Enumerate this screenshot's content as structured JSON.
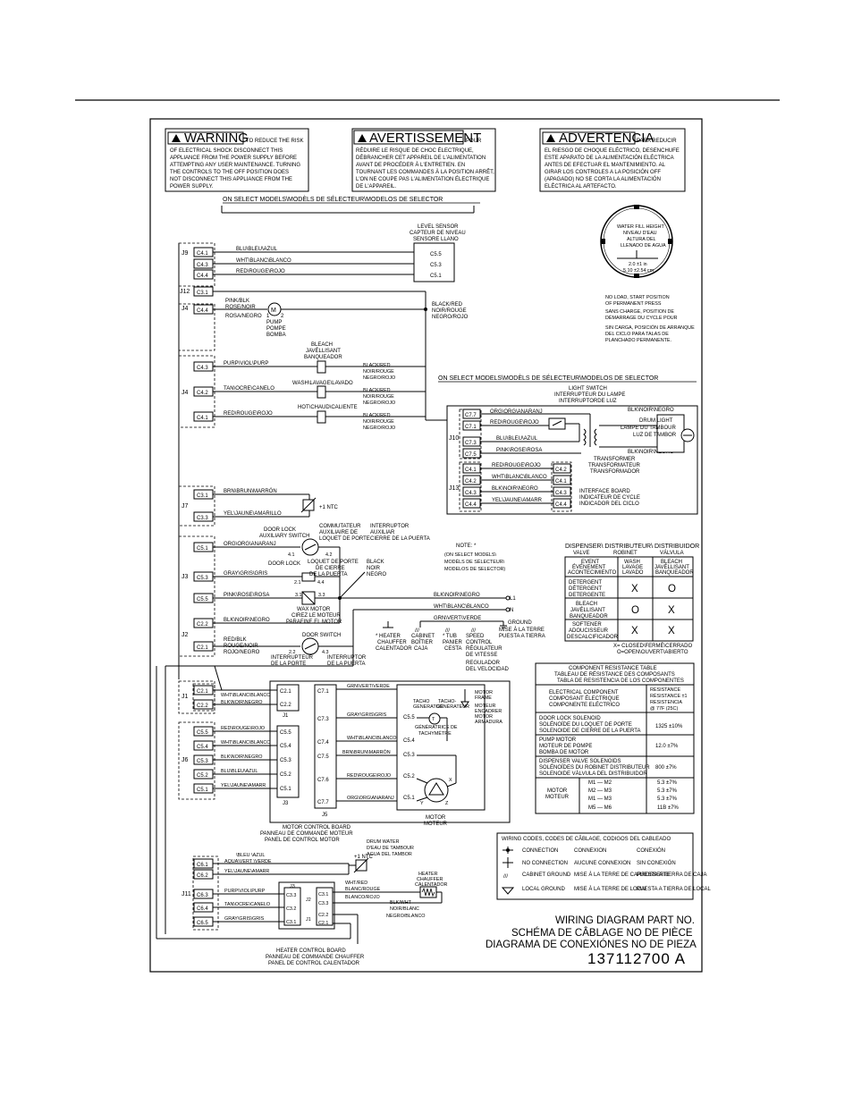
{
  "warnings": {
    "warning": {
      "title": "WARNING",
      "lines": [
        "TO REDUCE THE RISK",
        "OF ELECTRICAL SHOCK DISCONNECT THIS",
        "APPLIANCE FROM THE POWER SUPPLY BEFORE",
        "ATTEMPTING ANY USER MAINTENANCE. TURNING",
        "THE CONTROLS TO THE OFF POSITION DOES",
        "NOT DISCONNECT THIS APPLIANCE FROM THE",
        "POWER SUPPLY."
      ]
    },
    "avertissement": {
      "title": "AVERTISSEMENT",
      "lines": [
        "POUR",
        "RÉDUIRE LE RISQUE DE CHOC ÉLECTRIQUE,",
        "DÉBRANCHER CET APPAREIL DE L'ALIMENTATION",
        "AVANT DE PROCÉDER À L'ENTRETIEN. EN",
        "TOURNANT LES COMMANDES À LA POSITION ARRÊT,",
        "L'ON NE COUPE PAS L'ALIMENTATION ÉLECTRIQUE",
        "DE L'APPAREIL."
      ]
    },
    "advertencia": {
      "title": "ADVERTENCIA",
      "lines": [
        "PARA REDUCIR",
        "EL RIESGO DE CHOQUE ELÉCTRICO, DESENCHUFE",
        "ESTE APARATO DE LA ALIMENTACIÓN ELÉCTRICA",
        "ANTES DE EFECTUAR EL MANTENIMIENTO. AL",
        "GIRAR LOS CONTROLES A LA POSICIÓN OFF",
        "(APAGADO) NO SE CORTA LA ALIMENTACIÓN",
        "ELÉCTRICA AL ARTEFACTO."
      ]
    }
  },
  "select_models_label": "ON SELECT MODELS\\MODÈLS DE SÉLECTEUR\\MODELOS DE SELECTOR",
  "level_sensor": [
    "LEVEL SENSOR",
    "CAPTEUR DE NIVEAU",
    "SENSORE LLANO"
  ],
  "water_fill": {
    "label": [
      "WATER FILL HEIGHT",
      "NIVEAU D'EAU",
      "ALTURA DEL",
      "LLENADO DE AGUA"
    ],
    "dimension": "2.0 ±1 in",
    "dimension_cm": "5.10 ±2.54 cm",
    "notes": [
      "NO LOAD, START POSITION",
      "OF PERMANENT PRESS",
      "SANS CHARGE, POSITION DE",
      "DÉMARRAGE DU CYCLE POUR",
      "SIN CARGA, POSICIÓN DE ARRANQUE",
      "DEL CICLO PARA TALAS DE",
      "PLANCHADO PERMANENTE."
    ]
  },
  "left_wires": {
    "j9": [
      {
        "pin": "C4.1",
        "wire": "BLU\\BLEU\\AZUL",
        "to": "C5.5"
      },
      {
        "pin": "C4.3",
        "wire": "WHT\\BLANC\\BLANCO",
        "to": "C5.3"
      },
      {
        "pin": "C4.4",
        "wire": "RED\\ROUGE\\ROJO",
        "to": "C5.1"
      }
    ],
    "j12": "C3.1",
    "j4_pump": {
      "pin": "C4.4",
      "wire": [
        "PINK/BLK",
        "ROSE/NOIR",
        "ROSA/NEGRO"
      ],
      "label": [
        "PUMP",
        "POMPE",
        "BOMBA"
      ]
    },
    "black_red": [
      "BLACK/RED",
      "NOIR/ROUGE",
      "NEGRO/ROJO"
    ],
    "valves": [
      {
        "pin": "C4.3",
        "wire": "PURP\\VIOL\\PURP",
        "label": [
          "BLEACH",
          "JAVÉLLISANT",
          "BANQUEADOR"
        ]
      },
      {
        "pin": "C4.2",
        "wire": "TAN\\OCRE\\CANELO",
        "label": [
          "WASH\\LAVAGE\\LAVADO"
        ]
      },
      {
        "pin": "C4.1",
        "wire": "RED\\ROUGE\\ROJO",
        "label": [
          "HOT\\CHAUD\\CALIENTE"
        ]
      }
    ],
    "j7": [
      {
        "pin": "C3.1",
        "wire": "BRN\\BRUN\\MARRÓN"
      },
      {
        "pin": "C3.3",
        "wire": "YEL\\JAUNE\\AMARILLO"
      }
    ],
    "ntc": "+1 NTC",
    "j3": [
      {
        "pin": "C5.1",
        "wire": "ORG\\ORG\\ANARANJ"
      },
      {
        "pin": "C5.3",
        "wire": "GRAY\\GRIS\\GRIS"
      },
      {
        "pin": "C5.5",
        "wire": "PINK\\ROSE\\ROSA"
      },
      {
        "pin": "C2.2",
        "wire": "BLK\\NOIR\\NEGRO"
      }
    ],
    "j2": {
      "pin": "C2.1",
      "wire": [
        "RED/BLK",
        "ROUGE/NOIR",
        "ROJO/NEGRO"
      ]
    },
    "door_lock_aux": [
      "DOOR LOCK",
      "AUXILIARY SWITCH"
    ],
    "commutateur": [
      "COMMUTATEUR",
      "AUXILIAIRE DE",
      "LOQUET DE PORTE"
    ],
    "interruptor": [
      "INTERRUPTOR",
      "AUXILIAR",
      "CIERRE DE LA PUERTA"
    ],
    "door_lock": [
      "DOOR LOCK",
      "LOQUET DE PORTE",
      "DE CIERRE",
      "DE LA PUERTA"
    ],
    "wax_motor": [
      "WAX MOTOR",
      "CIREZ LE MOTEUR",
      "PARAFINE EL MOTOR"
    ],
    "door_switch": [
      "DOOR SWITCH",
      "INTERRUPTEUR",
      "DE LA PORTE"
    ],
    "interruptor_puerta": [
      "INTERRUPTOR",
      "DE LA PUERTA"
    ],
    "black_noir": [
      "BLACK",
      "NOIR",
      "NEGRO"
    ]
  },
  "mains": [
    {
      "wire": "BLK\\NOIR\\NEGRO",
      "term": "L1"
    },
    {
      "wire": "WHT\\BLANC\\BLANCO",
      "term": "N"
    },
    {
      "wire": "GRN\\VERT\\VERDE",
      "term": "GROUND"
    }
  ],
  "ground_label": [
    "GROUND",
    "MISE À LA TERRE",
    "PUESTA A TIERRA"
  ],
  "note": [
    "NOTE: *",
    "(ON SELECT MODELS\\",
    "MODÈLS DE SÉLECTEUR\\",
    "MODELOS DE SELECTOR)"
  ],
  "grounds": [
    {
      "label": [
        "* HEATER",
        "CHAUFFER",
        "CALENTADOR"
      ]
    },
    {
      "label": [
        "CABINET",
        "BOÎTIER",
        "CAJA"
      ]
    },
    {
      "label": [
        "* TUB",
        "PANIER",
        "CESTA"
      ]
    },
    {
      "label": [
        "SPEED",
        "CONTROL",
        "RÉGULATEUR",
        "DE VITESSE",
        "REGULADOR",
        "DEL VELOCIDAD"
      ]
    }
  ],
  "light_circuit": {
    "switch": [
      "LIGHT SWITCH",
      "INTERRUPTEUR DU LAMPE",
      "INTERRUPTORDE LUZ"
    ],
    "drum_light": [
      "DRUM LIGHT",
      "LAMPE DU TAMBOUR",
      "LUZ DE TAMBOR"
    ],
    "wires": [
      {
        "pin": "C7.7",
        "wire": "ORG\\ORG\\ANARANJ"
      },
      {
        "pin": "C7.1",
        "wire": "RED\\ROUGE\\ROJO"
      },
      {
        "pin": "C7.3",
        "wire": "BLU\\BLEU\\AZUL"
      },
      {
        "pin": "C7.5",
        "wire": "PINK\\ROSE\\ROSA"
      }
    ],
    "blk": "BLK\\NOIR\\NEGRO",
    "j10": "J10",
    "transformer": [
      "TRANSFORMER",
      "TRANSFORMATEUR",
      "TRANSFORMADOR"
    ]
  },
  "j13": [
    {
      "pin": "C4.1",
      "wire": "RED\\ROUGE\\ROJO",
      "to": "C4.2"
    },
    {
      "pin": "C4.2",
      "wire": "WHT\\BLANC\\BLANCO",
      "to": "C4.1"
    },
    {
      "pin": "C4.3",
      "wire": "BLK\\NOIR\\NEGRO",
      "to": "C4.3"
    },
    {
      "pin": "C4.4",
      "wire": "YEL\\JAUNE\\AMARR",
      "to": "C4.4"
    }
  ],
  "interface_board": [
    "INTERFACE BOARD",
    "INDICATEUR DE CYCLE",
    "INDICADOR DEL CICLO"
  ],
  "dispenser_table": {
    "header": [
      "DISPENSER\\ DISTRIBUTEUR\\ DISTRIBUIDOR"
    ],
    "sub": [
      "VALVE",
      "ROBINET",
      "VÁLVULA"
    ],
    "cols": [
      [
        "EVENT",
        "ÉVÉNEMENT",
        "ACONTECIMIENTO"
      ],
      [
        "WASH",
        "LAVAGE",
        "LAVADO"
      ],
      [
        "BLEACH",
        "JAVÉLLISANT",
        "BANQUEADOR"
      ]
    ],
    "rows": [
      {
        "label": [
          "DETERGENT",
          "DÉTERGENT",
          "DETERGENTE"
        ],
        "wash": "X",
        "bleach": "O"
      },
      {
        "label": [
          "BLEACH",
          "JAVÉLLISANT",
          "BANQUEADOR"
        ],
        "wash": "O",
        "bleach": "X"
      },
      {
        "label": [
          "SOFTENER",
          "ADOUCISSEUR",
          "DESCALCIFICADOR"
        ],
        "wash": "X",
        "bleach": "X"
      }
    ],
    "legend": [
      "X= CLOSED\\FERMÉ\\CERRADO",
      "O=OPEN\\OUVERT\\ABIERTO"
    ]
  },
  "motor_board": {
    "j1": [
      {
        "pin": "C2.1",
        "wire": "WHT\\BLANC\\BLANCO"
      },
      {
        "pin": "C2.2",
        "wire": "BLK\\NOIR\\NEGRO"
      }
    ],
    "j6": [
      {
        "pin": "C5.5",
        "wire": "RED\\ROUGE\\ROJO"
      },
      {
        "pin": "C5.4",
        "wire": "WHT\\BLANC\\BLANCO"
      },
      {
        "pin": "C5.3",
        "wire": "BLK\\NOIR\\NEGRO"
      },
      {
        "pin": "C5.2",
        "wire": "BLU\\BLEU\\AZUL"
      },
      {
        "pin": "C5.1",
        "wire": "YEL\\JAUNE\\AMARR"
      }
    ],
    "inner_pins": [
      "C2.1",
      "C2.2",
      "C5.1",
      "C5.2",
      "C5.3",
      "C5.4",
      "C5.5"
    ],
    "j5": [
      {
        "pin": "C7.1",
        "wire": "GRN\\VERT\\VERDE"
      },
      {
        "pin": "C7.3",
        "wire": "GRAY\\GRIS\\GRIS",
        "to": "C5.5"
      },
      {
        "pin": "C7.4",
        "wire": "WHT\\BLANC\\BLANCO",
        "to": "C5.4"
      },
      {
        "pin": "C7.5",
        "wire": "BRN\\BRUN\\MARRÓN",
        "to": "C5.3"
      },
      {
        "pin": "C7.6",
        "wire": "RED\\ROUGE\\ROJO",
        "to": "C5.2"
      },
      {
        "pin": "C7.7",
        "wire": "ORG\\ORG\\ANARANJ",
        "to": "C5.1"
      }
    ],
    "tacho": [
      "TACHO",
      "GENERATOR",
      "TACHO-",
      "GÉNÉRATEUR",
      "GÉNÉRATRICE DE",
      "TACHYMÈTRE"
    ],
    "motor_frame": [
      "MOTOR",
      "FRAME",
      "MOTEUR",
      "ENCADRER"
    ],
    "motor_armature": [
      "MOTOR",
      "ARMADURA"
    ],
    "motor": [
      "MOTOR",
      "MOTEUR"
    ],
    "labels": [
      "J1",
      "J3",
      "J5",
      "J6"
    ],
    "title": [
      "MOTOR CONTROL BOARD",
      "PANNEAU DE COMMANDE MOTEUR",
      "PANEL DE CONTROL MOTOR"
    ]
  },
  "resistance_table": {
    "title": [
      "COMPONENT RESISTANCE TABLE",
      "TABLEAU DE RÉSISTANCE DES COMPOSANTS",
      "TABLA DE RESISTENCIA DE LOS COMPONENTES"
    ],
    "head": [
      [
        "ELECTRICAL COMPONENT",
        "COMPOSANT ÉLECTRIQUE",
        "COMPONENTE ELÉCTRICO"
      ],
      [
        "RESISTANCE",
        "RÉSISTANCE ±1",
        "RESISTENCIA",
        "@ 77F (25C)"
      ]
    ],
    "rows": [
      {
        "label": [
          "DOOR LOCK SOLENOID",
          "SOLÉNOÏDE DU LOQUET DE PORTE",
          "SOLENOIDE DE CIERRE DE LA PUERTA"
        ],
        "value": "1325 ±10%"
      },
      {
        "label": [
          "PUMP MOTOR",
          "MOTEUR DE POMPE",
          "BOMBA DE MOTOR"
        ],
        "value": "12.0 ±7%"
      },
      {
        "label": [
          "DISPENSER VALVE SOLENOIDS",
          "SOLÉNOÏDES DU ROBINET DISTRIBUTEUR",
          "SOLENOIDE VÁLVULA DEL DISTRIBUIDOR"
        ],
        "value": "800 ±7%"
      }
    ],
    "motor_label": [
      "MOTOR",
      "MOTEUR"
    ],
    "motor_rows": [
      {
        "pair": "M1 — M2",
        "value": "5.3 ±7%"
      },
      {
        "pair": "M2 — M3",
        "value": "5.3 ±7%"
      },
      {
        "pair": "M1 — M3",
        "value": "5.3 ±7%"
      },
      {
        "pair": "M5 — M6",
        "value": "11B ±7%"
      }
    ]
  },
  "wiring_codes": {
    "title": "WIRING CODES,  CODES DE CÂBLAGE,  CODIGOS DEL CABLEADO",
    "rows": [
      [
        "CONNECTION",
        "CONNEXION",
        "CONEXIÓN"
      ],
      [
        "NO CONNECTION",
        "AUCUNE CONNEXION",
        "SIN CONEXIÓN"
      ],
      [
        "CABINET GROUND",
        "MISE À LA TERRE DE CARROSSERIE",
        "PUESTA A TIERRA DE CAJA"
      ],
      [
        "LOCAL GROUND",
        "MISE À LA TERRE DE LOCAL",
        "PUESTA A TIERRA DE LOCAL"
      ]
    ]
  },
  "heater_section": {
    "j11": [
      {
        "pin": "C6.1",
        "wire": [
          "\\BLEU \\AZUL",
          "AQUA\\VERT \\VERDE"
        ]
      },
      {
        "pin": "C6.2",
        "wire": [
          "YEL\\JAUNE\\AMARR"
        ]
      },
      {
        "pin": "C6.3",
        "wire": [
          "PURP\\VIOL\\PURP"
        ]
      },
      {
        "pin": "C6.4",
        "wire": [
          "TAN\\OCRE\\CANELO"
        ]
      },
      {
        "pin": "C6.5",
        "wire": [
          "GRAY\\GRIS\\GRIS"
        ]
      }
    ],
    "drum_water": [
      "DRUM WATER",
      "D'EAU DE TAMBOUR",
      "AGUA DEL TAMBOR"
    ],
    "ntc": "+1 NTC",
    "heater": [
      "HEATER",
      "CHAUFFER",
      "CALENTADOR"
    ],
    "wht_red": [
      "WHT/RED",
      "BLANC/ROUGE",
      "BLANCO/ROJO"
    ],
    "blk_wht": [
      "BLK/WHT",
      "NOIR/BLANC",
      "NEGRO/BLANCO"
    ],
    "inner_left": [
      "C3.3",
      "C3.2",
      "C3.1"
    ],
    "inner_right": [
      "C3.1",
      "C3.3",
      "C2.2",
      "C2.1"
    ],
    "labels": [
      "J3",
      "J2",
      "J1",
      "J11"
    ],
    "title": [
      "HEATER CONTROL BOARD",
      "PANNEAU DE COMMANDE CHAUFFER",
      "PANEL DE CONTROL CALENTADOR"
    ]
  },
  "title_block": [
    "WIRING DIAGRAM PART NO.",
    "SCHÉMA DE CÂBLAGE NO DE PIÈCE",
    "DIAGRAMA DE CONEXIÓNES NO DE PIEZA"
  ],
  "part_number": "137112700  A",
  "misc_labels": {
    "j9": "J9",
    "j12": "J12",
    "j4": "J4",
    "j4b": "J4",
    "j7": "J7",
    "j3": "J3",
    "j2": "J2",
    "j1": "J1",
    "j6": "J6",
    "j13": "J13",
    "l1": "L1",
    "n": "N",
    "m": "M",
    "one": "1",
    "two": "2",
    "m1": "M1",
    "m2": "M2",
    "m3": "M3"
  }
}
